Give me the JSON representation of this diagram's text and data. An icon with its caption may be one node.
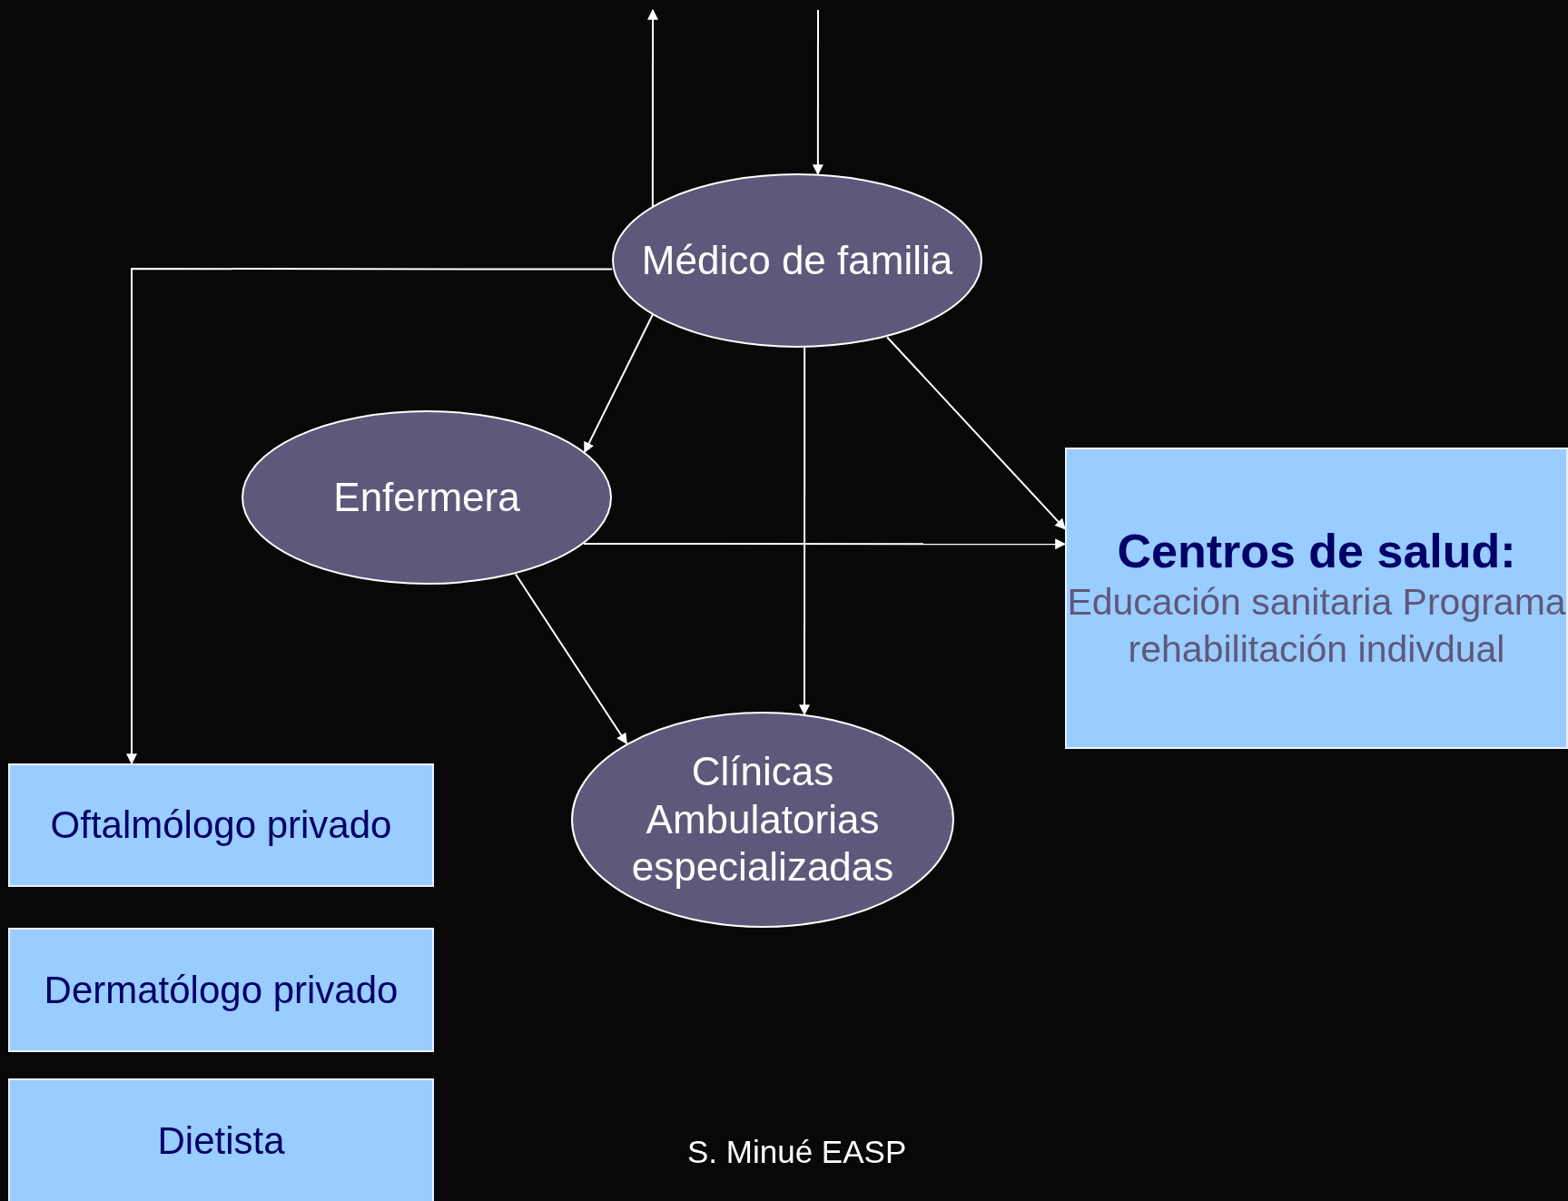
{
  "diagram": {
    "nodes": [
      {
        "text": [
          "Médico de familia"
        ]
      },
      {
        "text": [
          "Enfermera"
        ]
      },
      {
        "text": [
          "Centros de salud:",
          "Educación sanitaria Programa rehabilitación indivdual"
        ]
      },
      {
        "text": [
          "Clínicas Ambulatorias especializadas"
        ]
      },
      {
        "text": [
          "Oftalmólogo privado"
        ]
      },
      {
        "text": [
          "Dermatólogo privado"
        ]
      },
      {
        "text": [
          "Dietista"
        ]
      }
    ],
    "edges": [
      {
        "from": 0,
        "to": null,
        "arrow": "to"
      },
      {
        "from": null,
        "to": 0,
        "arrow": "to"
      },
      {
        "from": 0,
        "to": 4,
        "arrow": "to"
      },
      {
        "from": 0,
        "to": 1,
        "arrow": "to"
      },
      {
        "from": 0,
        "to": 3,
        "arrow": "to"
      },
      {
        "from": 0,
        "to": 2,
        "arrow": "to"
      },
      {
        "from": 1,
        "to": 2,
        "arrow": "to"
      },
      {
        "from": 1,
        "to": 3,
        "arrow": "to"
      }
    ],
    "labels": [
      "S. Minué EASP"
    ]
  }
}
